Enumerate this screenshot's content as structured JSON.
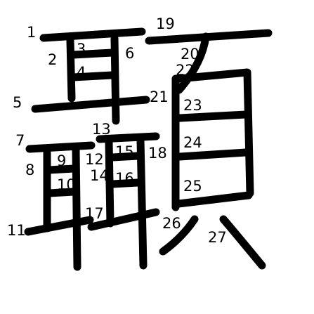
{
  "character": "䶎",
  "stroke_count": 27,
  "stroke_color": "#000000",
  "background_color": "#ffffff",
  "stroke_numbers": [
    "1",
    "2",
    "3",
    "4",
    "5",
    "6",
    "7",
    "8",
    "9",
    "10",
    "11",
    "12",
    "13",
    "14",
    "15",
    "16",
    "17",
    "18",
    "19",
    "20",
    "21",
    "22",
    "23",
    "24",
    "25",
    "26",
    "27"
  ]
}
